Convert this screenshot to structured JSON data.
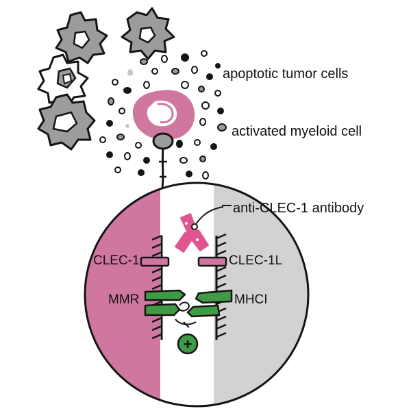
{
  "labels": {
    "apoptotic_tumor_cells": "apoptotic tumor cells",
    "activated_myeloid_cell": "activated myeloid cell",
    "anti_clec1_antibody": "anti-CLEC-1 antibody",
    "clec1": "CLEC-1",
    "clec1l": "CLEC-1L",
    "mmr": "MMR",
    "mhci": "MHCI",
    "plus_symbol": "+"
  },
  "colors": {
    "pink": "#d0779f",
    "bright_pink": "#e0558f",
    "green": "#3f9a45",
    "gray": "#8c8c8c",
    "light_gray": "#d2d2d2",
    "tumor_gray": "#9c9c9c",
    "outline": "#141414"
  }
}
